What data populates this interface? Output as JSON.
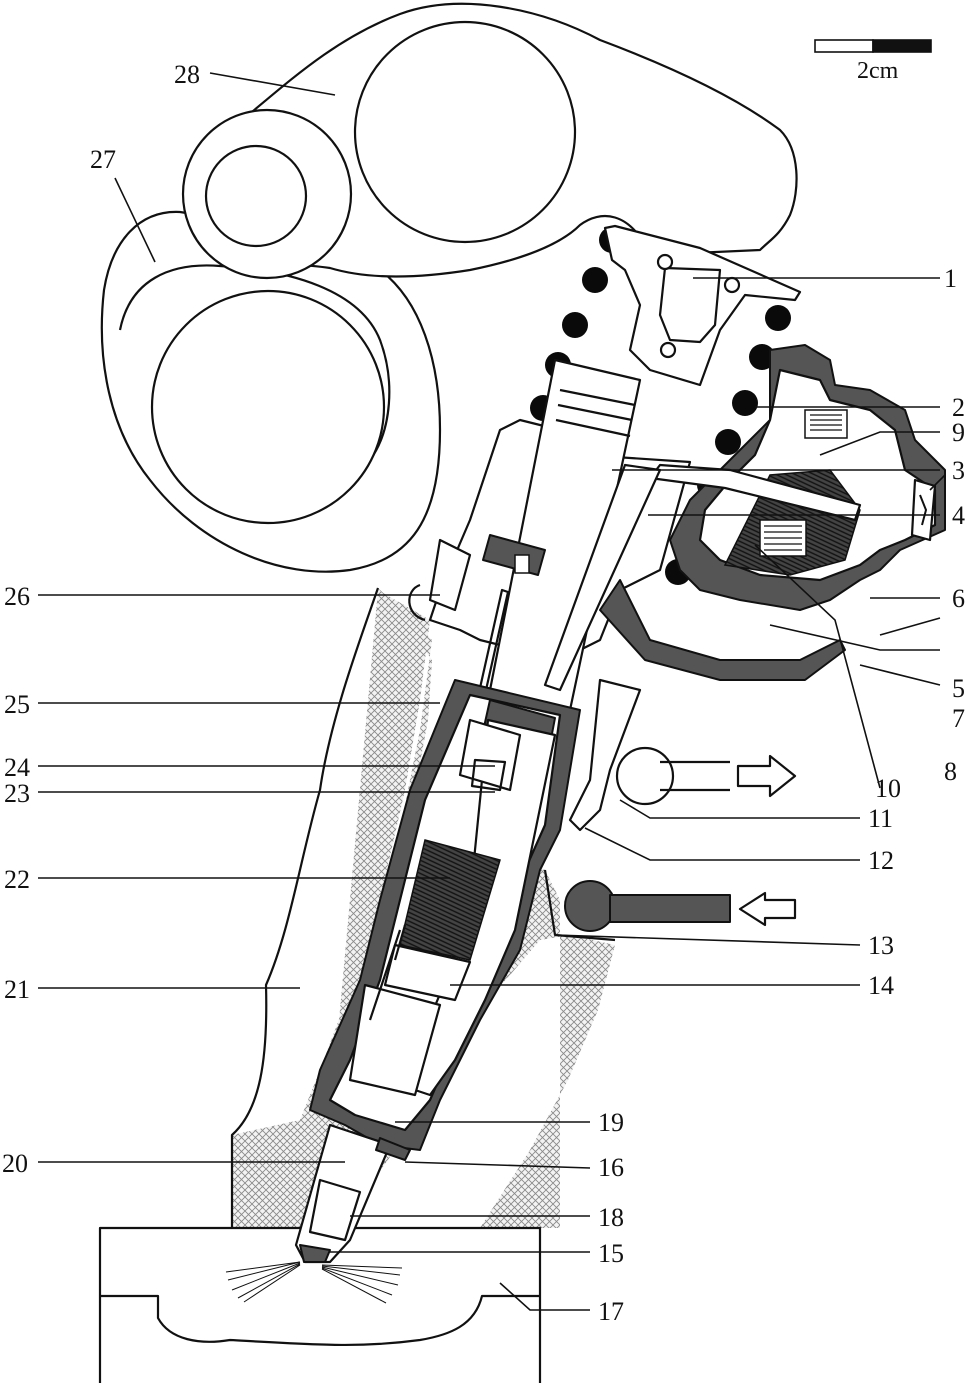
{
  "scale_bar": {
    "label": "2cm"
  },
  "labels": [
    {
      "id": "1",
      "text": "1"
    },
    {
      "id": "2",
      "text": "2"
    },
    {
      "id": "3",
      "text": "3"
    },
    {
      "id": "4",
      "text": "4"
    },
    {
      "id": "5",
      "text": "5"
    },
    {
      "id": "6",
      "text": "6"
    },
    {
      "id": "7",
      "text": "7"
    },
    {
      "id": "8",
      "text": "8"
    },
    {
      "id": "9",
      "text": "9"
    },
    {
      "id": "10",
      "text": "10"
    },
    {
      "id": "11",
      "text": "11"
    },
    {
      "id": "12",
      "text": "12"
    },
    {
      "id": "13",
      "text": "13"
    },
    {
      "id": "14",
      "text": "14"
    },
    {
      "id": "15",
      "text": "15"
    },
    {
      "id": "16",
      "text": "16"
    },
    {
      "id": "17",
      "text": "17"
    },
    {
      "id": "18",
      "text": "18"
    },
    {
      "id": "19",
      "text": "19"
    },
    {
      "id": "20",
      "text": "20"
    },
    {
      "id": "21",
      "text": "21"
    },
    {
      "id": "22",
      "text": "22"
    },
    {
      "id": "23",
      "text": "23"
    },
    {
      "id": "24",
      "text": "24"
    },
    {
      "id": "25",
      "text": "25"
    },
    {
      "id": "26",
      "text": "26"
    },
    {
      "id": "27",
      "text": "27"
    },
    {
      "id": "28",
      "text": "28"
    }
  ],
  "colors": {
    "line": "#111111",
    "fill_dark": "#555555",
    "hatch": "#8a8a8a",
    "background": "#ffffff"
  }
}
